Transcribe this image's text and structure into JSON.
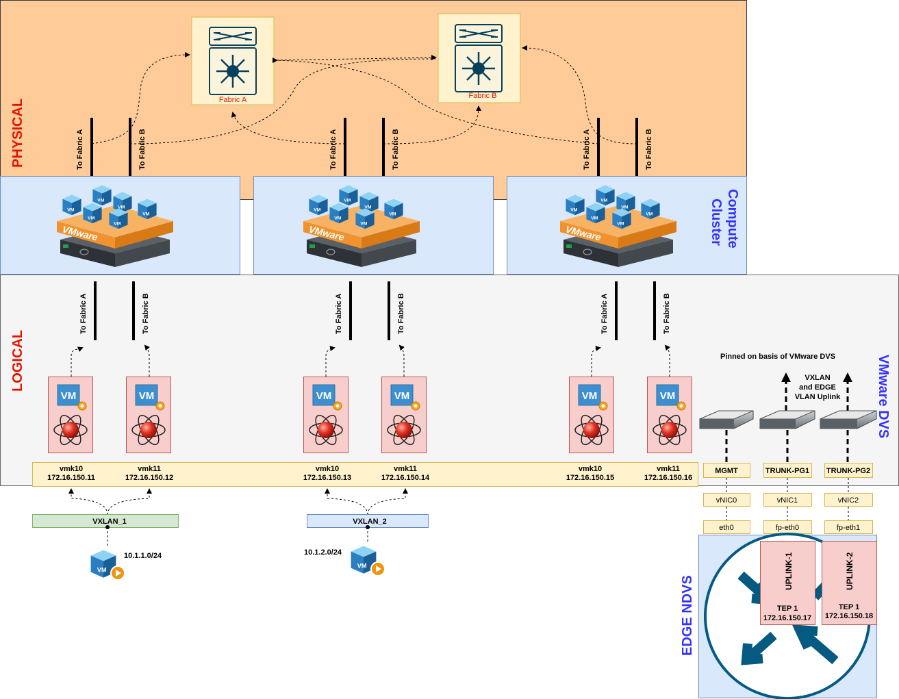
{
  "regions": {
    "physical": "PHYSICAL",
    "logical": "LOGICAL",
    "compute_cluster": [
      "Compute",
      "Cluster"
    ],
    "vmware_dvs": "VMware DVS",
    "edge_ndvs": "EDGE NDVS"
  },
  "fabrics": {
    "a": "Fabric A",
    "b": "Fabric B"
  },
  "uplink_labels": {
    "to_a": "To Fabric A",
    "to_b": "To Fabric B"
  },
  "host": {
    "vm": "VM",
    "brand": "VMware"
  },
  "vmks": [
    {
      "name": "vmk10",
      "ip": "172.16.150.11"
    },
    {
      "name": "vmk11",
      "ip": "172.16.150.12"
    },
    {
      "name": "vmk10",
      "ip": "172.16.150.13"
    },
    {
      "name": "vmk11",
      "ip": "172.16.150.14"
    },
    {
      "name": "vmk10",
      "ip": "172.16.150.15"
    },
    {
      "name": "vmk11",
      "ip": "172.16.150.16"
    }
  ],
  "vxlans": [
    {
      "name": "VXLAN_1",
      "subnet": "10.1.1.0/24"
    },
    {
      "name": "VXLAN_2",
      "subnet": "10.1.2.0/24"
    }
  ],
  "dvs": {
    "pinned_note": "Pinned on basis of VMware DVS",
    "uplink_note": [
      "VXLAN",
      "and EDGE",
      "VLAN Uplink"
    ],
    "portgroups": [
      "MGMT",
      "TRUNK-PG1",
      "TRUNK-PG2"
    ],
    "vnics": [
      "vNIC0",
      "vNIC1",
      "vNIC2"
    ],
    "ifaces": [
      "eth0",
      "fp-eth0",
      "fp-eth1"
    ]
  },
  "edge": {
    "uplinks": [
      {
        "name": "UPLINK-1",
        "tep": "TEP 1",
        "ip": "172.16.150.17"
      },
      {
        "name": "UPLINK-2",
        "tep": "TEP 1",
        "ip": "172.16.150.18"
      }
    ]
  },
  "colors": {
    "physical_bg": "#ffcc99",
    "compute_bg": "#dae8fc",
    "logical_bg": "#f5f5f5",
    "label_red": "#e51400",
    "label_blue": "#3333ff",
    "vmk_bar": "#fff2cc",
    "vxlan1": "#d5e8d4",
    "vxlan2": "#dae8fc",
    "vm_tile": "#f8cecc",
    "fabric_box": "#fff2cc",
    "vmware_orange": "#f0932e",
    "router_blue": "#055a82"
  }
}
